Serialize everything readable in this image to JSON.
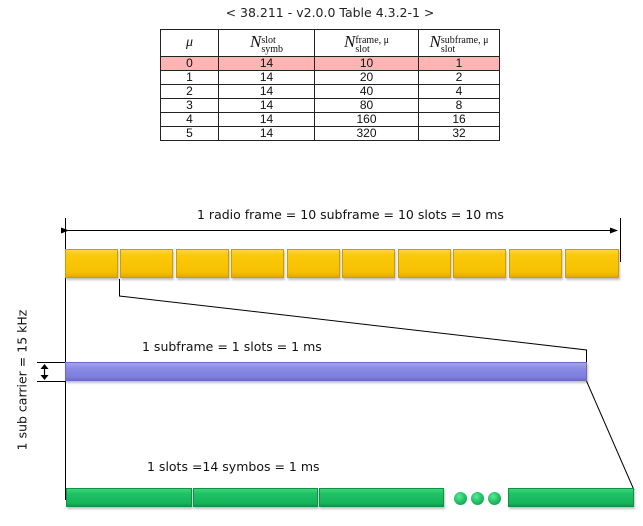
{
  "table": {
    "caption": "< 38.211 - v2.0.0 Table 4.3.2-1 >",
    "headers": {
      "mu": "μ",
      "col2": {
        "base": "N",
        "sup": "slot",
        "sub": "symb"
      },
      "col3": {
        "base": "N",
        "sup": "frame, μ",
        "sub": "slot"
      },
      "col4": {
        "base": "N",
        "sup": "subframe, μ",
        "sub": "slot"
      }
    },
    "rows": [
      {
        "mu": "0",
        "n_symb_slot": "14",
        "n_slot_frame": "10",
        "n_slot_subframe": "1",
        "highlighted": true
      },
      {
        "mu": "1",
        "n_symb_slot": "14",
        "n_slot_frame": "20",
        "n_slot_subframe": "2",
        "highlighted": false
      },
      {
        "mu": "2",
        "n_symb_slot": "14",
        "n_slot_frame": "40",
        "n_slot_subframe": "4",
        "highlighted": false
      },
      {
        "mu": "3",
        "n_symb_slot": "14",
        "n_slot_frame": "80",
        "n_slot_subframe": "8",
        "highlighted": false
      },
      {
        "mu": "4",
        "n_symb_slot": "14",
        "n_slot_frame": "160",
        "n_slot_subframe": "16",
        "highlighted": false
      },
      {
        "mu": "5",
        "n_symb_slot": "14",
        "n_slot_frame": "320",
        "n_slot_subframe": "32",
        "highlighted": false
      }
    ],
    "highlight_color": "#ffb4b4"
  },
  "diagram": {
    "radio_frame_label": "1 radio frame = 10 subframe = 10 slots = 10 ms",
    "subframe_label": "1 subframe = 1 slots = 1 ms",
    "slot_label": "1 slots =14 symbos = 1 ms",
    "subcarrier_label": "1 sub carrier = 15 kHz",
    "radio_frame_subframe_count": 10,
    "colors": {
      "subframe_block": "#fcc90b",
      "slot_bar": "#7d7edb",
      "symbol_block": "#1ec264"
    },
    "icons": {
      "ellipsis": "ellipsis-dots-icon",
      "double_arrow": "vertical-double-arrow-icon"
    }
  }
}
